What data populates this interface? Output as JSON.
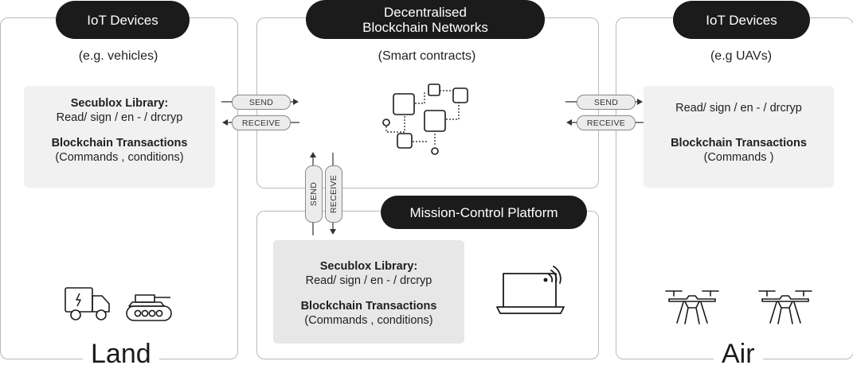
{
  "left": {
    "pill": "IoT Devices",
    "subtitle": "(e.g. vehicles)",
    "library_title": "Secublox Library:",
    "library_ops": "Read/ sign / en - / drcryp",
    "tx_title": "Blockchain Transactions",
    "tx_detail": "(Commands , conditions)",
    "footer": "Land",
    "icons": [
      "electric-truck-icon",
      "tank-icon"
    ]
  },
  "center": {
    "pill_line1": "Decentralised",
    "pill_line2": "Blockchain Networks",
    "subtitle": "(Smart contracts)",
    "icons": [
      "blockchain-nodes-icon"
    ]
  },
  "mission": {
    "pill": "Mission-Control Platform",
    "library_title": "Secublox Library:",
    "library_ops": "Read/ sign / en - / drcryp",
    "tx_title": "Blockchain Transactions",
    "tx_detail": "(Commands , conditions)",
    "icons": [
      "wireless-laptop-icon"
    ]
  },
  "right": {
    "pill": "IoT Devices",
    "subtitle": "(e.g UAVs)",
    "library_ops": "Read/ sign / en - / drcryp",
    "tx_title": "Blockchain Transactions",
    "tx_detail": "(Commands )",
    "footer": "Air",
    "icons": [
      "drone-icon",
      "drone-icon"
    ]
  },
  "channels": {
    "send": "SEND",
    "receive": "RECEIVE"
  }
}
